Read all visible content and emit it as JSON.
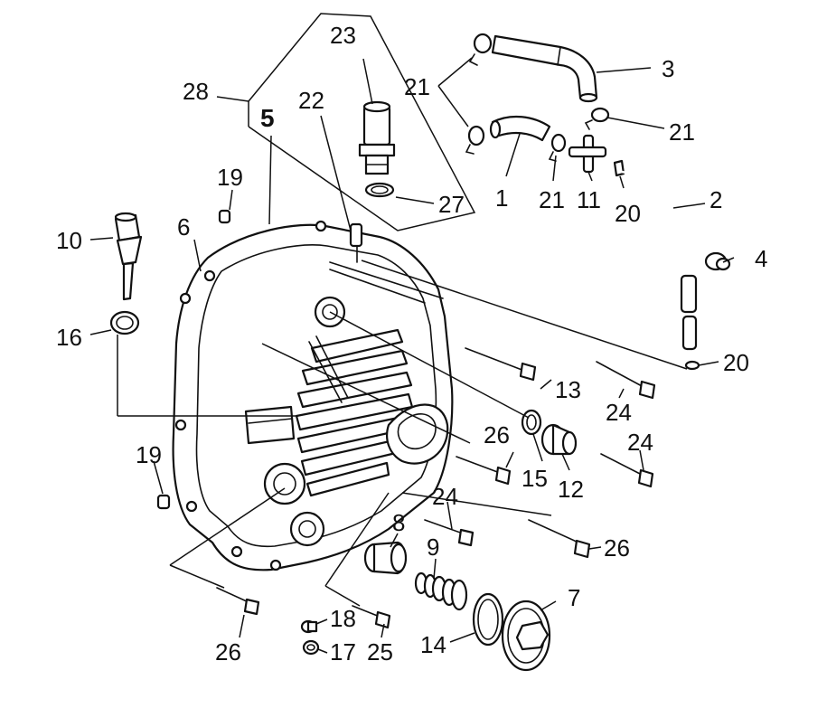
{
  "labels": {
    "l1": "1",
    "l2": "2",
    "l3": "3",
    "l4": "4",
    "l5": "5",
    "l6": "6",
    "l7": "7",
    "l8": "8",
    "l9": "9",
    "l10": "10",
    "l11": "11",
    "l12": "12",
    "l13": "13",
    "l14": "14",
    "l15": "15",
    "l16": "16",
    "l17": "17",
    "l18": "18",
    "l19a": "19",
    "l19b": "19",
    "l20a": "20",
    "l20b": "20",
    "l21a": "21",
    "l21b": "21",
    "l21c": "21",
    "l22": "22",
    "l23": "23",
    "l24a": "24",
    "l24b": "24",
    "l24c": "24",
    "l25": "25",
    "l26a": "26",
    "l26b": "26",
    "l26c": "26",
    "l27": "27",
    "l28": "28"
  }
}
